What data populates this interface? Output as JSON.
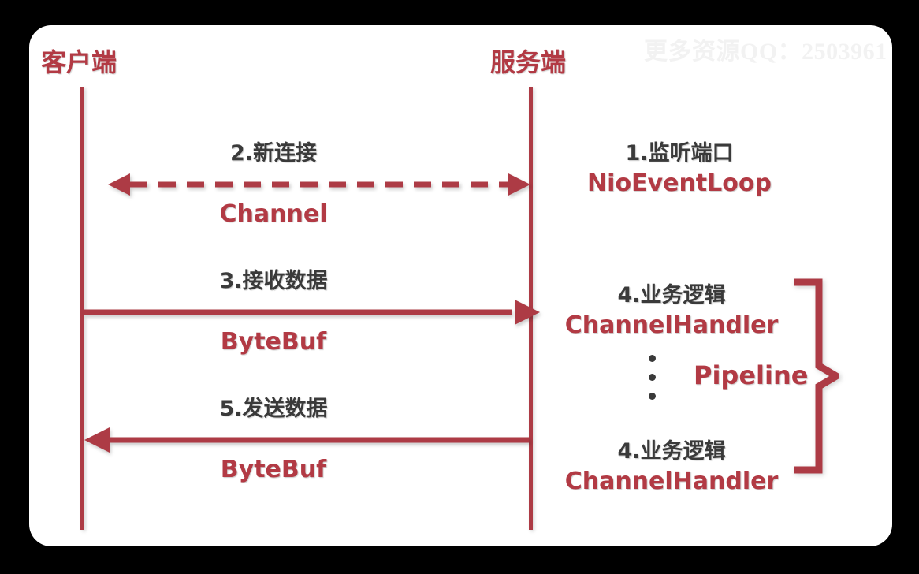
{
  "watermark": {
    "text": "更多资源QQ：2503961"
  },
  "colors": {
    "accent_red": "#b23a44",
    "line_red": "#ad3b45",
    "dark_text": "#3a3a3a",
    "card_bg": "#ffffff",
    "page_bg": "#000000"
  },
  "actors": {
    "client": {
      "title": "客户端"
    },
    "server": {
      "title": "服务端"
    }
  },
  "messages": [
    {
      "step_label": "2.新连接",
      "payload_label": "Channel",
      "direction": "bidirectional",
      "style": "dashed"
    },
    {
      "step_label": "3.接收数据",
      "payload_label": "ByteBuf",
      "direction": "right",
      "style": "solid"
    },
    {
      "step_label": "5.发送数据",
      "payload_label": "ByteBuf",
      "direction": "left",
      "style": "solid"
    }
  ],
  "server_blocks": [
    {
      "step_label": "1.监听端口",
      "class_label": "NioEventLoop"
    },
    {
      "step_label": "4.业务逻辑",
      "class_label": "ChannelHandler"
    },
    {
      "step_label": "4.业务逻辑",
      "class_label": "ChannelHandler"
    }
  ],
  "pipeline": {
    "label": "Pipeline",
    "ellipsis_dots": 3
  }
}
